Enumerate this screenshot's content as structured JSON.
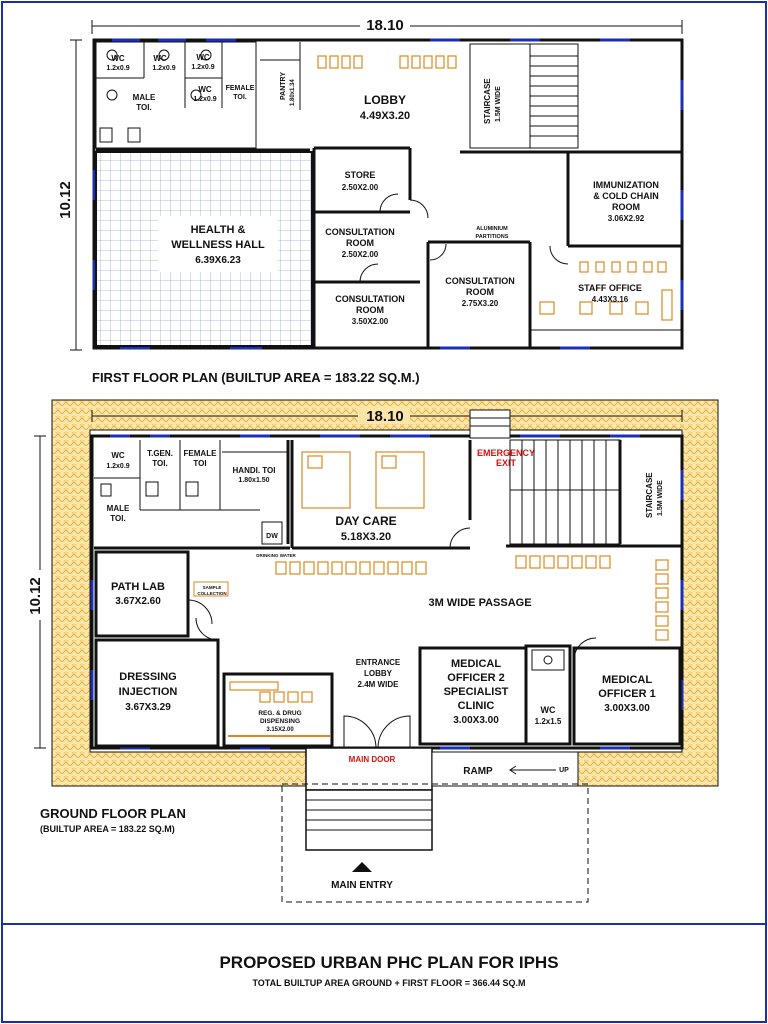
{
  "first_floor": {
    "overall_width": "18.10",
    "overall_depth": "10.12",
    "caption": "FIRST FLOOR PLAN  (BUILTUP AREA = 183.22 SQ.M.)",
    "rooms": {
      "wc1": [
        "WC",
        "1.2x0.9"
      ],
      "wc2": [
        "WC",
        "1.2x0.9"
      ],
      "wc3": [
        "WC",
        "1.2x0.9"
      ],
      "wc4": [
        "WC",
        "1.2x0.9"
      ],
      "female_toi": [
        "FEMALE",
        "TOI."
      ],
      "pantry": [
        "PANTRY",
        "1.80x1.34"
      ],
      "male_toi": [
        "MALE",
        "TOI."
      ],
      "lobby": [
        "LOBBY",
        "4.49X3.20"
      ],
      "staircase": [
        "STAIRCASE",
        "1.5M WIDE"
      ],
      "health_hall": [
        "HEALTH &",
        "WELLNESS HALL",
        "6.39X6.23"
      ],
      "store": [
        "STORE",
        "2.50X2.00"
      ],
      "consult1": [
        "CONSULTATION",
        "ROOM",
        "2.50X2.00"
      ],
      "consult2": [
        "CONSULTATION",
        "ROOM",
        "3.50X2.00"
      ],
      "consult3": [
        "CONSULTATION",
        "ROOM",
        "2.75X3.20"
      ],
      "partitions": [
        "ALUMINIUM",
        "PARTITIONS"
      ],
      "immunization": [
        "IMMUNIZATION",
        "& COLD CHAIN",
        "ROOM",
        "3.06X2.92"
      ],
      "staff_office": [
        "STAFF OFFICE",
        "4.43X3.16"
      ]
    }
  },
  "ground_floor": {
    "overall_width": "18.10",
    "overall_depth": "10.12",
    "caption": "GROUND FLOOR PLAN",
    "caption_area": "(BUILTUP AREA = 183.22 SQ.M)",
    "rooms": {
      "wc": [
        "WC",
        "1.2x0.9"
      ],
      "tgen": [
        "T.GEN.",
        "TOI."
      ],
      "female": [
        "FEMALE",
        "TOI"
      ],
      "handi": [
        "HANDI. TOI",
        "1.80x1.50"
      ],
      "male": [
        "MALE",
        "TOI."
      ],
      "dw": "DW",
      "drinking": "DRINKING WATER",
      "day_care": [
        "DAY CARE",
        "5.18X3.20"
      ],
      "emergency": [
        "EMERGENCY",
        "EXIT"
      ],
      "staircase": [
        "STAIRCASE",
        "1.5M WIDE"
      ],
      "path_lab": [
        "PATH LAB",
        "3.67X2.60"
      ],
      "sample": [
        "SAMPLE",
        "COLLECTION"
      ],
      "passage": "3M WIDE PASSAGE",
      "dressing": [
        "DRESSING",
        "INJECTION",
        "3.67X3.29"
      ],
      "reg": [
        "REG. & DRUG",
        "DISPENSING",
        "3.15X2.00"
      ],
      "entrance": [
        "ENTRANCE",
        "LOBBY",
        "2.4M WIDE"
      ],
      "mo2": [
        "MEDICAL",
        "OFFICER 2",
        "SPECIALIST",
        "CLINIC",
        "3.00X3.00"
      ],
      "wc_small": [
        "WC",
        "1.2x1.5"
      ],
      "mo1": [
        "MEDICAL",
        "OFFICER 1",
        "3.00X3.00"
      ],
      "main_door": "MAIN DOOR",
      "ramp": "RAMP",
      "up": "UP",
      "main_entry": "MAIN ENTRY"
    }
  },
  "title_block": {
    "title": "PROPOSED URBAN PHC  PLAN FOR IPHS",
    "subtitle": "TOTAL BUILTUP AREA GROUND + FIRST FLOOR  = 366.44 SQ.M"
  },
  "colors": {
    "wall": "#111111",
    "window": "#1a2fb5",
    "furniture": "#e08a1e",
    "hatch_bg": "#fbe5a8",
    "hatch_line": "#e8b040",
    "emergency": "#e01010",
    "main_door": "#e01010"
  }
}
